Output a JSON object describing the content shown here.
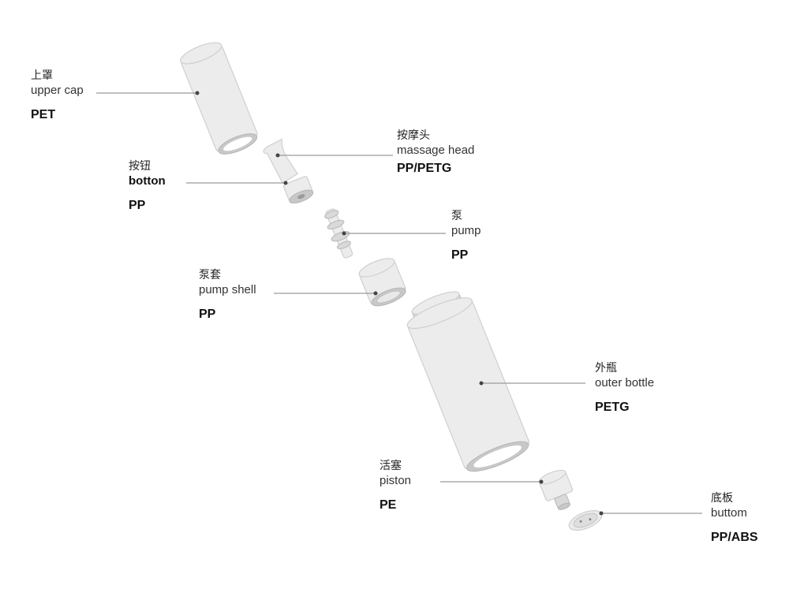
{
  "parts": [
    {
      "id": "upper-cap",
      "cn": "上罩",
      "en": "upper cap",
      "material": "PET"
    },
    {
      "id": "massage-head",
      "cn": "按摩头",
      "en": "massage head",
      "material": "PP/PETG"
    },
    {
      "id": "button",
      "cn": "按钮",
      "en": "botton",
      "material": "PP"
    },
    {
      "id": "pump",
      "cn": "泵",
      "en": "pump",
      "material": "PP"
    },
    {
      "id": "pump-shell",
      "cn": "泵套",
      "en": "pump shell",
      "material": "PP"
    },
    {
      "id": "outer-bottle",
      "cn": "外瓶",
      "en": "outer bottle",
      "material": "PETG"
    },
    {
      "id": "piston",
      "cn": "活塞",
      "en": "piston",
      "material": "PE"
    },
    {
      "id": "bottom",
      "cn": "底板",
      "en": "buttom",
      "material": "PP/ABS"
    }
  ]
}
